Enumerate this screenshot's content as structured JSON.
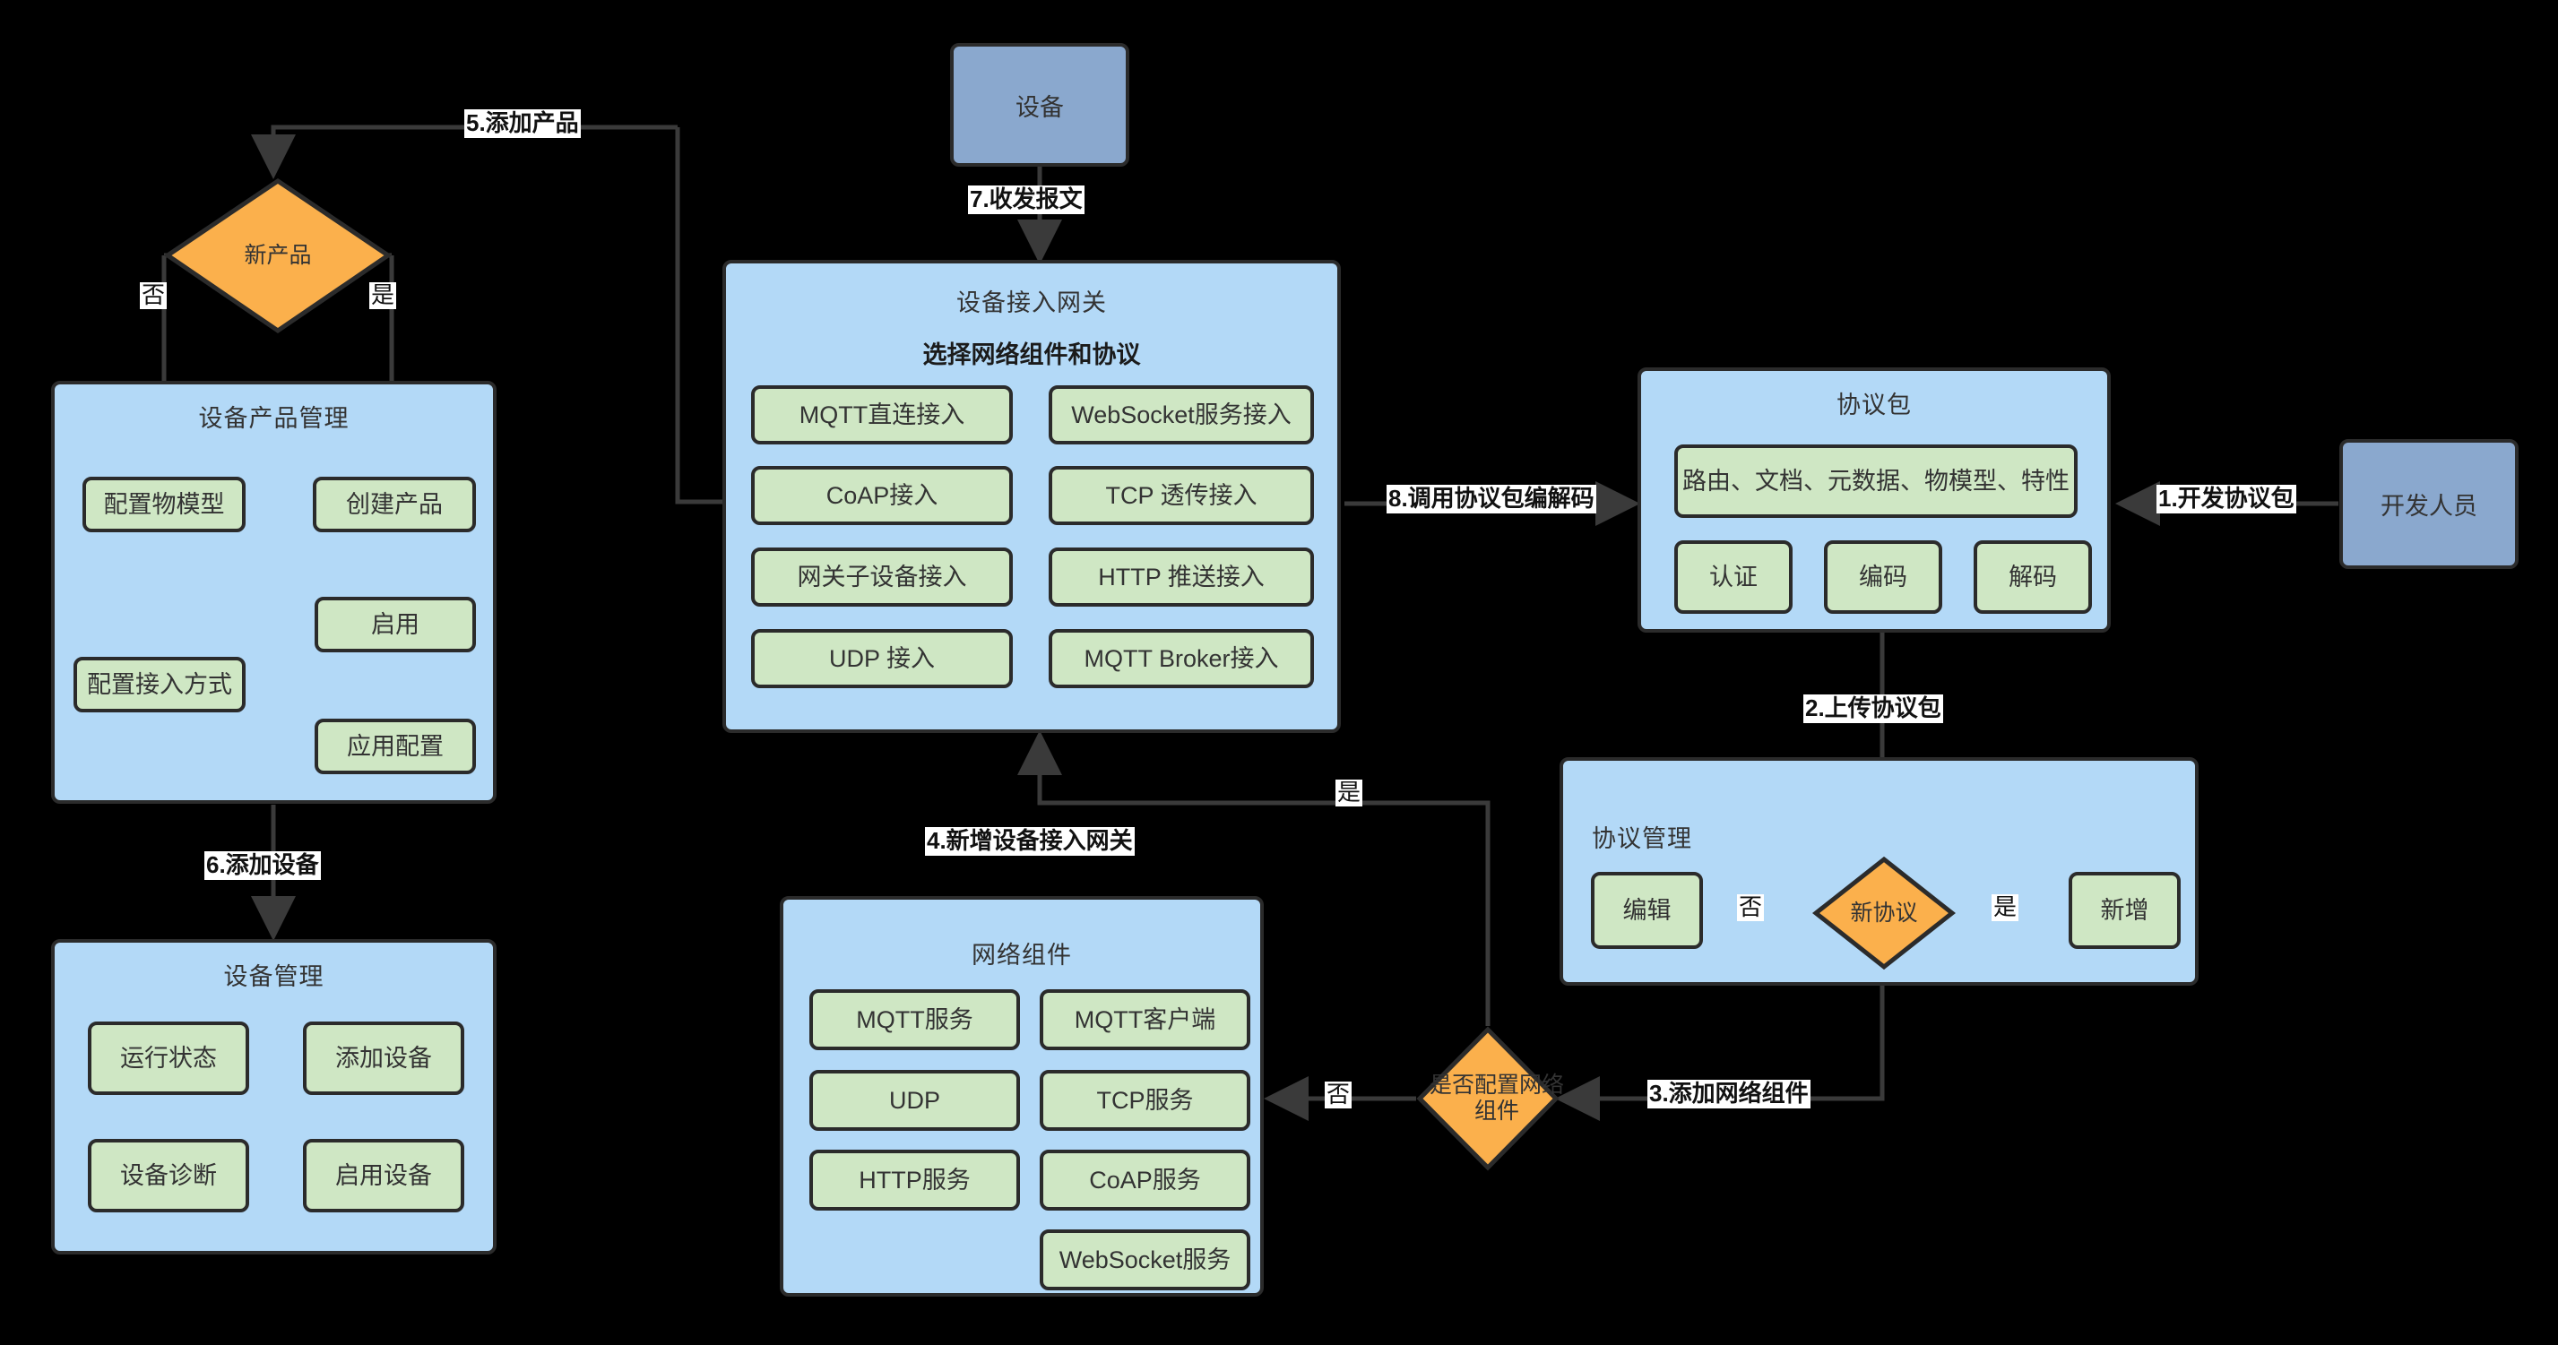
{
  "diagram": {
    "title_present": false,
    "colors": {
      "background": "#000000",
      "group_fill": "#b3d9f7",
      "node_fill": "#cfe7c4",
      "actor_fill": "#8aa8ce",
      "decision_fill": "#fbb04c",
      "stroke": "#2b2b2b",
      "label_bg": "#ffffff"
    }
  },
  "actors": {
    "device": "设备",
    "developer": "开发人员"
  },
  "decisions": {
    "new_product": "新产品",
    "new_protocol": "新协议",
    "configure_network_component": "是否配置网络组件"
  },
  "groups": {
    "device_product_management": {
      "title": "设备产品管理",
      "nodes": [
        "配置物模型",
        "创建产品",
        "配置接入方式",
        "启用",
        "应用配置"
      ]
    },
    "device_management": {
      "title": "设备管理",
      "nodes": [
        "运行状态",
        "添加设备",
        "设备诊断",
        "启用设备"
      ]
    },
    "device_access_gateway": {
      "title": "设备接入网关",
      "subtitle": "选择网络组件和协议",
      "nodes": [
        "MQTT直连接入",
        "WebSocket服务接入",
        "CoAP接入",
        "TCP 透传接入",
        "网关子设备接入",
        "HTTP 推送接入",
        "UDP 接入",
        "MQTT Broker接入"
      ]
    },
    "protocol_package": {
      "title": "协议包",
      "wide_node": "路由、文档、元数据、物模型、特性",
      "nodes": [
        "认证",
        "编码",
        "解码"
      ]
    },
    "protocol_management": {
      "title": "协议管理",
      "nodes": [
        "编辑",
        "新增"
      ]
    },
    "network_components": {
      "title": "网络组件",
      "nodes": [
        "MQTT服务",
        "MQTT客户端",
        "UDP",
        "TCP服务",
        "HTTP服务",
        "CoAP服务",
        "WebSocket服务"
      ]
    }
  },
  "edge_labels": {
    "step1": "1.开发协议包",
    "step2": "2.上传协议包",
    "step3": "3.添加网络组件",
    "step4": "4.新增设备接入网关",
    "step5": "5.添加产品",
    "step6": "6.添加设备",
    "step7": "7.收发报文",
    "step8": "8.调用协议包编解码",
    "no_product": "否",
    "yes_product": "是",
    "no_protocol": "否",
    "yes_protocol": "是",
    "no_network": "否",
    "yes_network": "是"
  }
}
